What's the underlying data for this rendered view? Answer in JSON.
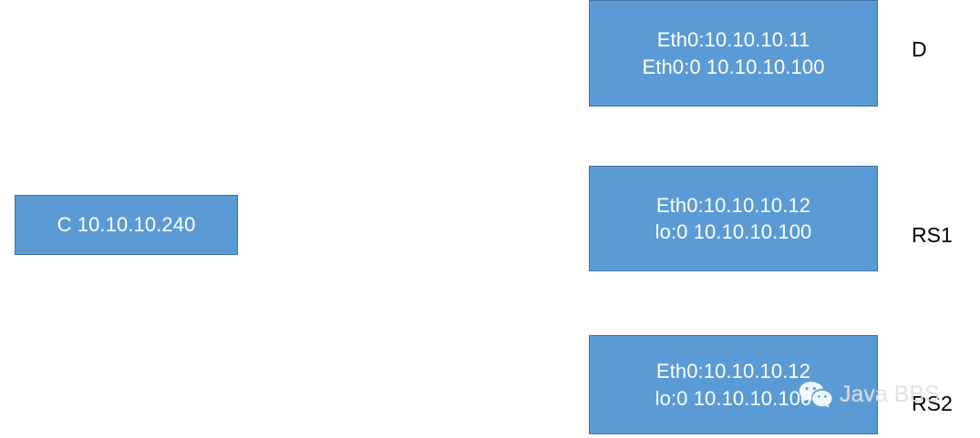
{
  "diagram": {
    "type": "network-topology",
    "background_color": "#ffffff",
    "box_fill_color": "#5B9BD5",
    "box_border_color": "#41719C",
    "box_text_color": "#ffffff",
    "label_text_color": "#000000",
    "client": {
      "text": "C 10.10.10.240"
    },
    "nodes": [
      {
        "label": "D",
        "line1": "Eth0:10.10.10.11",
        "line2": "Eth0:0 10.10.10.100"
      },
      {
        "label": "RS1",
        "line1": "Eth0:10.10.10.12",
        "line2": "lo:0 10.10.10.100"
      },
      {
        "label": "RS2",
        "line1": "Eth0:10.10.10.12",
        "line2": "lo:0 10.10.10.100"
      }
    ]
  },
  "watermark": {
    "text": "Java BBS",
    "icon": "wechat-icon",
    "color": "#dfdfdf"
  }
}
